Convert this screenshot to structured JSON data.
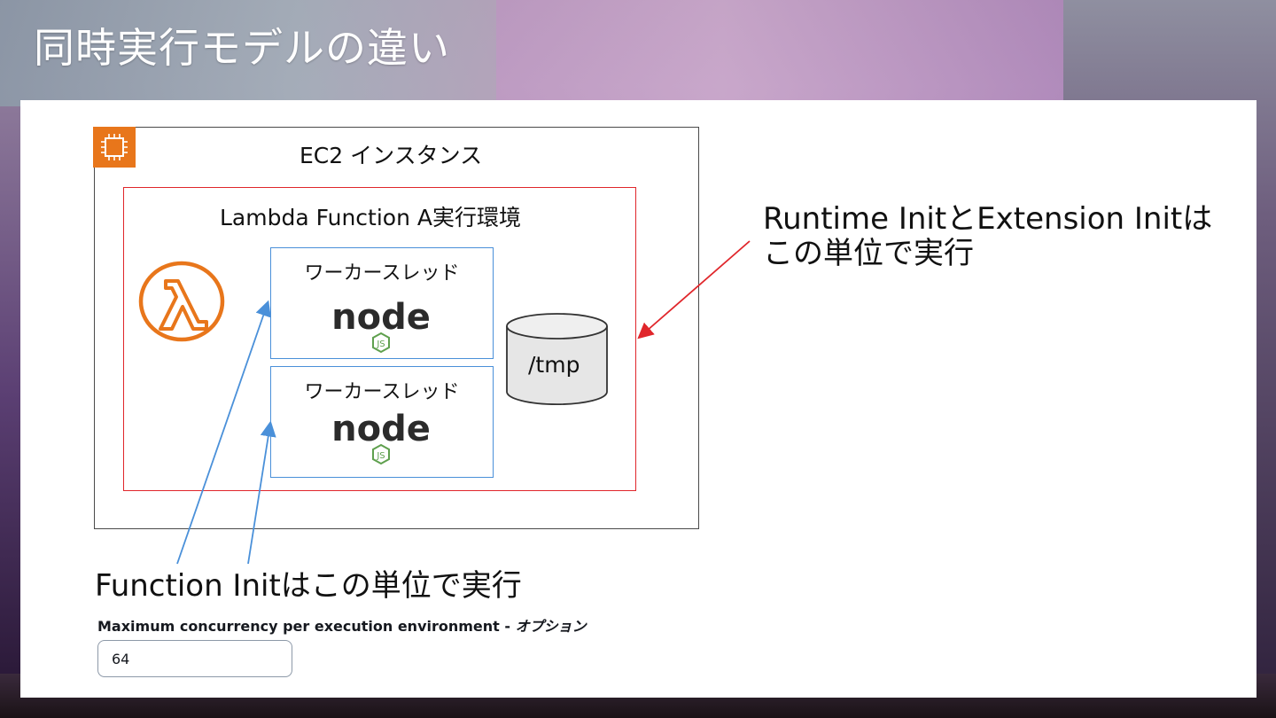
{
  "slide": {
    "title": "同時実行モデルの違い"
  },
  "diagram": {
    "ec2_title": "EC2 インスタンス",
    "lambda_env_title": "Lambda Function A実行環境",
    "workers": [
      {
        "label": "ワーカースレッド",
        "logo_text": "node"
      },
      {
        "label": "ワーカースレッド",
        "logo_text": "node"
      }
    ],
    "node_badge": "JS",
    "tmp_label": "/tmp",
    "icons": {
      "ec2": "ec2-chip-icon",
      "lambda": "lambda-icon",
      "storage": "storage-cylinder-icon",
      "node": "nodejs-logo"
    },
    "colors": {
      "ec2_accent": "#e8761b",
      "lambda_border": "#e0262b",
      "worker_border": "#4a90d9",
      "lambda_icon": "#e8761b",
      "node_green": "#5fa04e"
    }
  },
  "annotations": {
    "runtime_line1": "Runtime InitとExtension Initは",
    "runtime_line2": "この単位で実行",
    "function_init": "Function Initはこの単位で実行"
  },
  "form": {
    "label": "Maximum concurrency per execution environment - ",
    "label_optional": "オプション",
    "value": "64"
  }
}
